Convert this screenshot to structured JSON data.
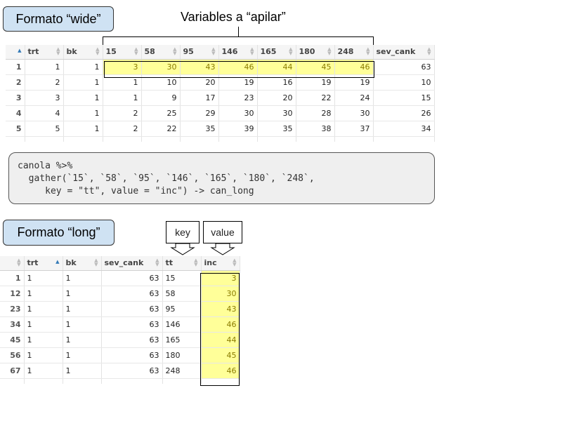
{
  "wide": {
    "label": "Formato “wide”",
    "bracket_caption": "Variables a “apilar”",
    "columns": [
      "",
      "trt",
      "bk",
      "15",
      "58",
      "95",
      "146",
      "165",
      "180",
      "248",
      "sev_cank"
    ],
    "sorted_column": "rownum",
    "rows": [
      [
        "1",
        "1",
        "1",
        "3",
        "30",
        "43",
        "46",
        "44",
        "45",
        "46",
        "63"
      ],
      [
        "2",
        "2",
        "1",
        "1",
        "10",
        "20",
        "19",
        "16",
        "19",
        "19",
        "10"
      ],
      [
        "3",
        "3",
        "1",
        "1",
        "9",
        "17",
        "23",
        "20",
        "22",
        "24",
        "15"
      ],
      [
        "4",
        "4",
        "1",
        "2",
        "25",
        "29",
        "30",
        "30",
        "28",
        "30",
        "26"
      ],
      [
        "5",
        "5",
        "1",
        "2",
        "22",
        "35",
        "39",
        "35",
        "38",
        "37",
        "34"
      ]
    ]
  },
  "code": {
    "text": "canola %>%\n  gather(`15`, `58`, `95`, `146`, `165`, `180`, `248`,\n     key = \"tt\", value = \"inc\") -> can_long"
  },
  "long": {
    "label": "Formato “long”",
    "callouts": {
      "key": "key",
      "value": "value"
    },
    "columns": [
      "",
      "trt",
      "bk",
      "sev_cank",
      "tt",
      "inc"
    ],
    "sorted_column": "trt",
    "rows": [
      [
        "1",
        "1",
        "1",
        "63",
        "15",
        "3"
      ],
      [
        "12",
        "1",
        "1",
        "63",
        "58",
        "30"
      ],
      [
        "23",
        "1",
        "1",
        "63",
        "95",
        "43"
      ],
      [
        "34",
        "1",
        "1",
        "63",
        "146",
        "46"
      ],
      [
        "45",
        "1",
        "1",
        "63",
        "165",
        "44"
      ],
      [
        "56",
        "1",
        "1",
        "63",
        "180",
        "45"
      ],
      [
        "67",
        "1",
        "1",
        "63",
        "248",
        "46"
      ]
    ]
  },
  "colors": {
    "label_bg": "#cfe2f3",
    "highlight": "#ffff99",
    "highlight_text": "#8a7c00",
    "code_bg": "#efefef",
    "sort_active": "#337ab7"
  }
}
